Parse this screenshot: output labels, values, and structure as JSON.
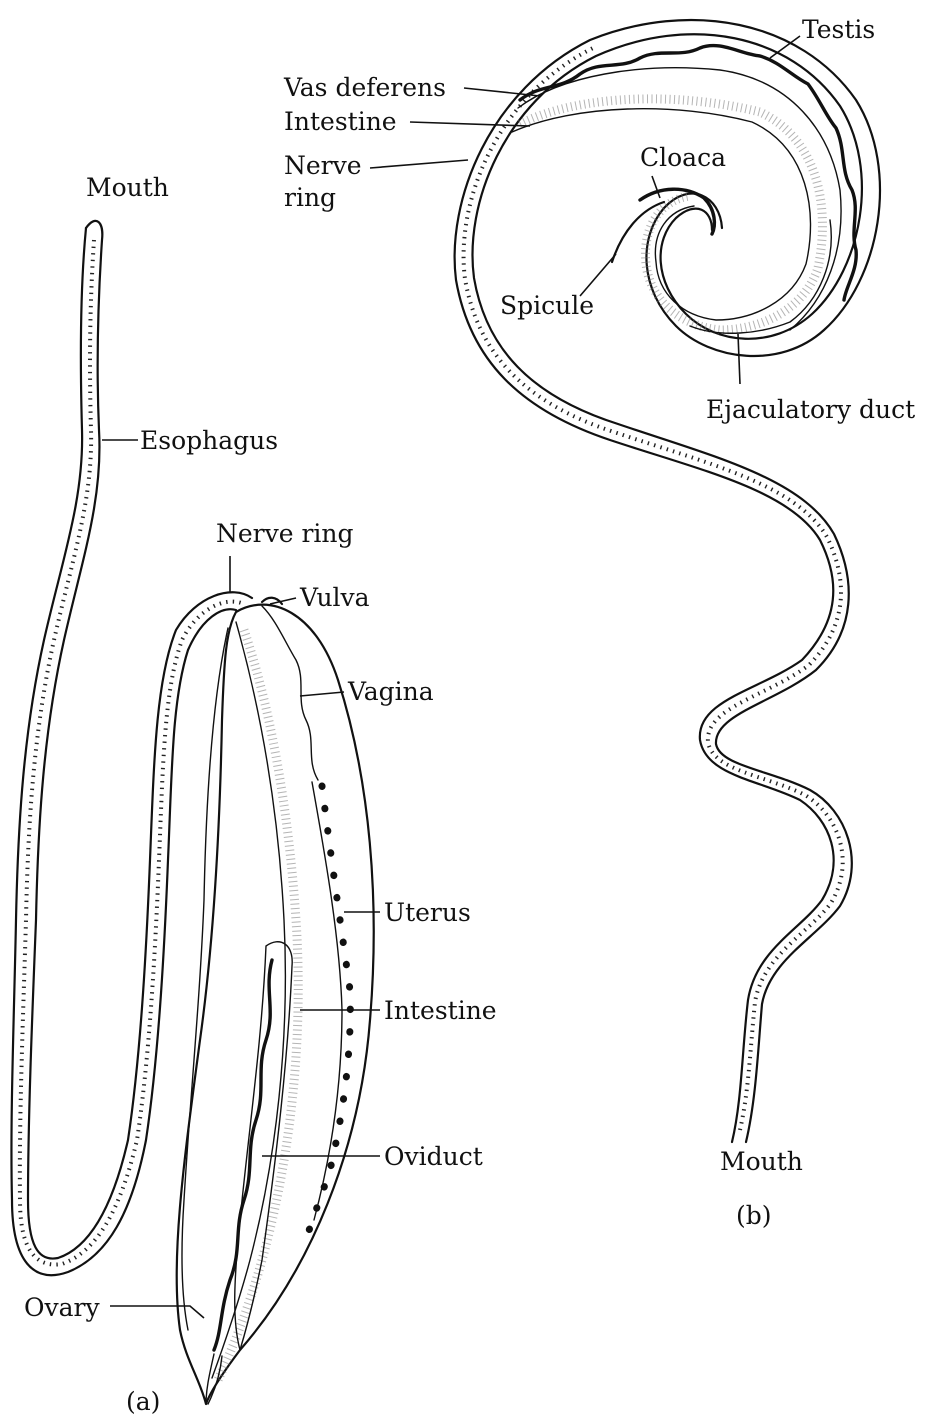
{
  "panel_a": {
    "caption": "(a)",
    "labels": {
      "mouth": "Mouth",
      "esophagus": "Esophagus",
      "nerve_ring": "Nerve ring",
      "vulva": "Vulva",
      "vagina": "Vagina",
      "uterus": "Uterus",
      "intestine": "Intestine",
      "oviduct": "Oviduct",
      "ovary": "Ovary"
    }
  },
  "panel_b": {
    "caption": "(b)",
    "labels": {
      "testis": "Testis",
      "vas_deferens": "Vas deferens",
      "intestine": "Intestine",
      "nerve_ring_line1": "Nerve",
      "nerve_ring_line2": "ring",
      "cloaca": "Cloaca",
      "spicule": "Spicule",
      "ejaculatory_duct": "Ejaculatory duct",
      "mouth": "Mouth"
    }
  }
}
